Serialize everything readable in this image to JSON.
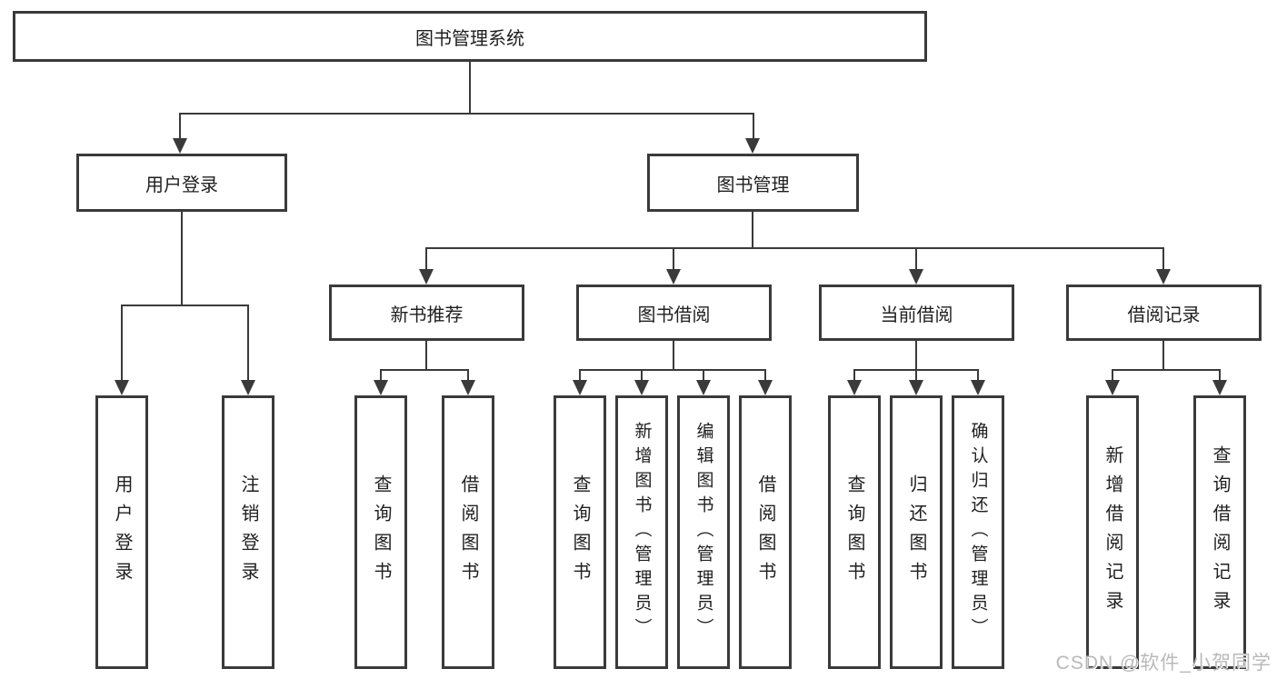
{
  "diagram": {
    "root": {
      "label": "图书管理系统"
    },
    "branches": [
      {
        "label": "用户登录",
        "children": [
          {
            "label": "用户登录"
          },
          {
            "label": "注销登录"
          }
        ]
      },
      {
        "label": "图书管理",
        "sections": [
          {
            "label": "新书推荐",
            "children": [
              {
                "label": "查询图书"
              },
              {
                "label": "借阅图书"
              }
            ]
          },
          {
            "label": "图书借阅",
            "children": [
              {
                "label": "查询图书"
              },
              {
                "label": "新增图书（管理员）"
              },
              {
                "label": "编辑图书（管理员）"
              },
              {
                "label": "借阅图书"
              }
            ]
          },
          {
            "label": "当前借阅",
            "children": [
              {
                "label": "查询图书"
              },
              {
                "label": "归还图书"
              },
              {
                "label": "确认归还（管理员）"
              }
            ]
          },
          {
            "label": "借阅记录",
            "children": [
              {
                "label": "新增借阅记录"
              },
              {
                "label": "查询借阅记录"
              }
            ]
          }
        ]
      }
    ]
  },
  "watermark": {
    "text": "CSDN @软件_小贺同学"
  },
  "colors": {
    "line": "#3a3a3a",
    "box_border": "#3a3a3a",
    "text": "#1f1f1f",
    "background": "#ffffff",
    "watermark": "#b9b9b9"
  }
}
